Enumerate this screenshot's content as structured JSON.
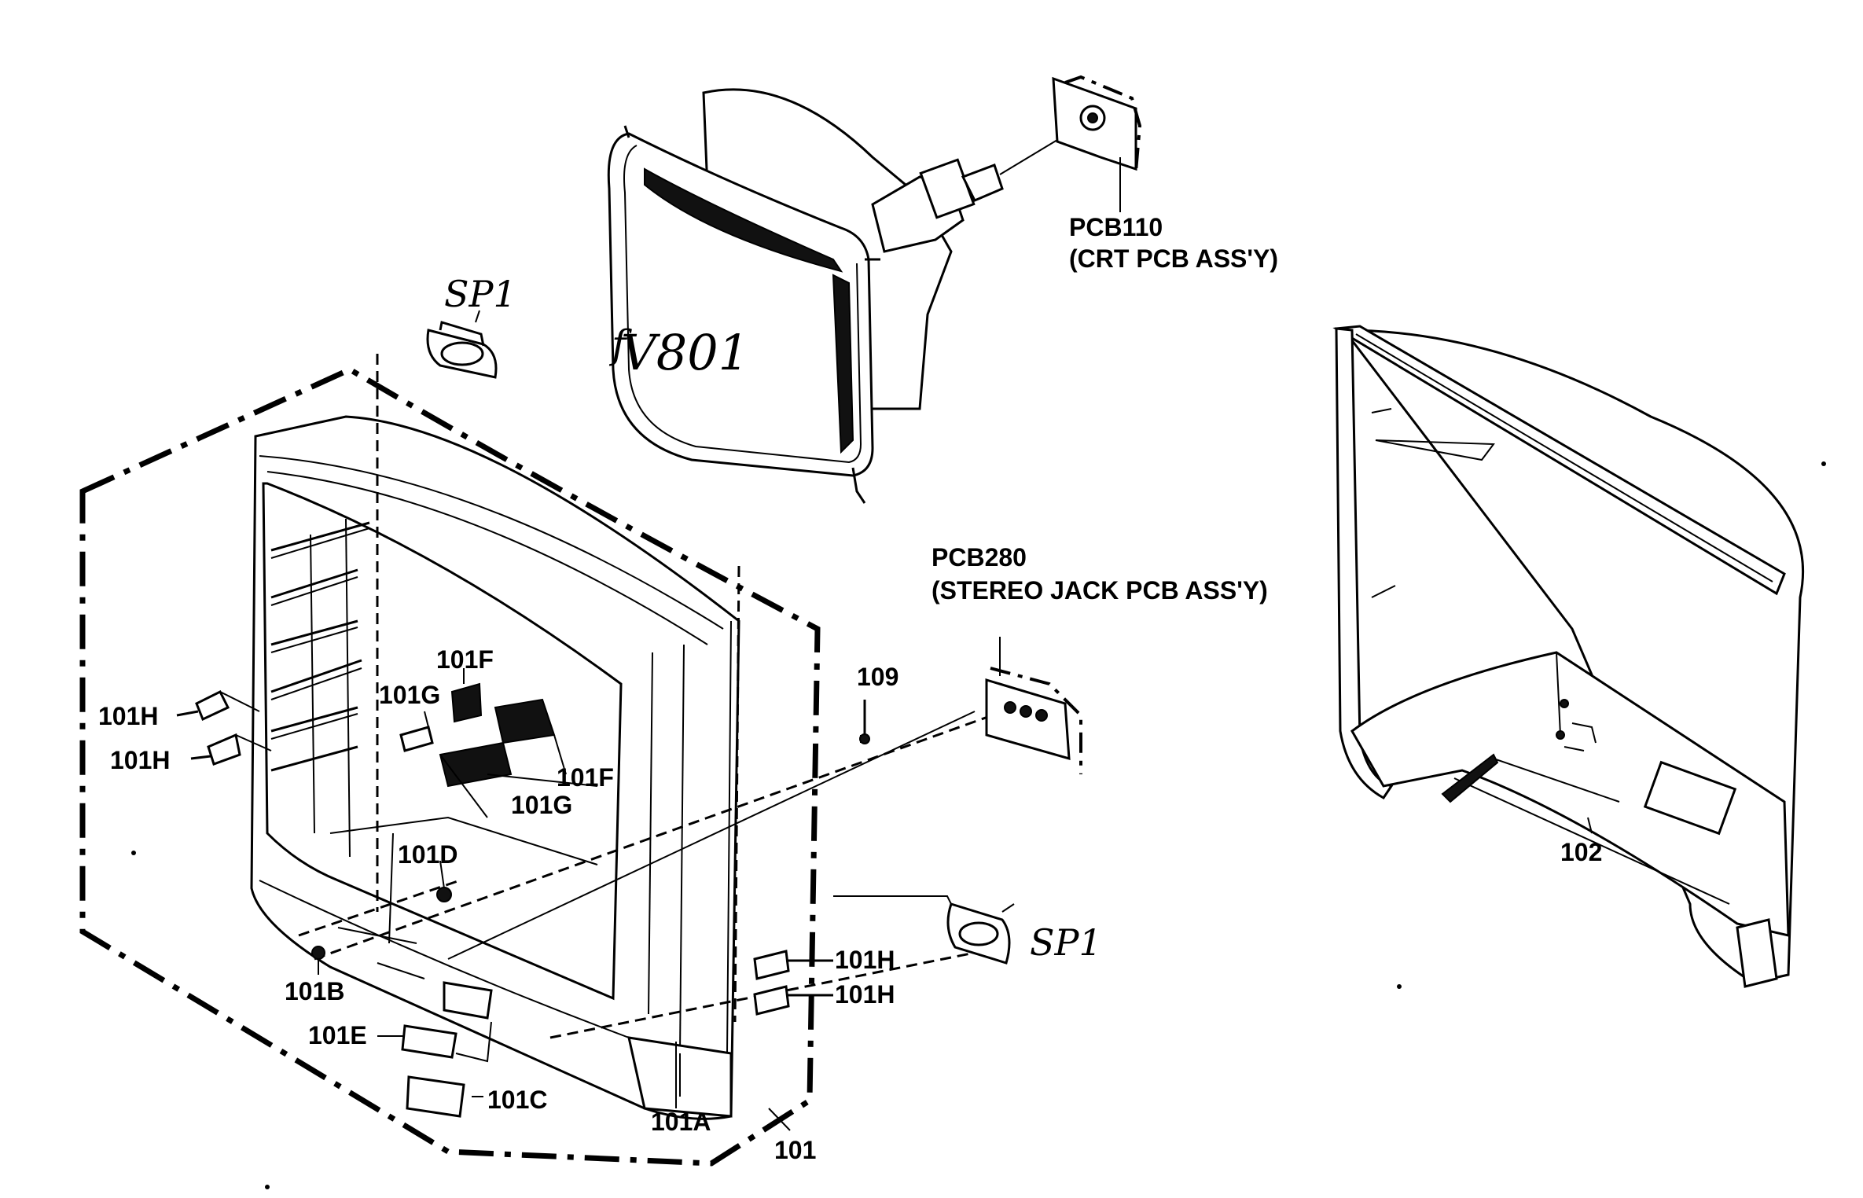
{
  "labels": {
    "pcb110": "PCB110",
    "pcb110_desc": "(CRT PCB ASS'Y)",
    "pcb280": "PCB280",
    "pcb280_desc": "(STEREO JACK PCB ASS'Y)",
    "sp1_top": "SP1",
    "sp1_right": "SP1",
    "v801": "V801",
    "p101F_upper": "101F",
    "p101F_lower": "101F",
    "p101G_upper": "101G",
    "p101G_lower": "101G",
    "p101H_left_upper": "101H",
    "p101H_left_lower": "101H",
    "p101H_right_upper": "101H",
    "p101H_right_lower": "101H",
    "p109": "109",
    "p101D": "101D",
    "p101B": "101B",
    "p101E": "101E",
    "p101C": "101C",
    "p101A": "101A",
    "p101": "101",
    "p102": "102"
  }
}
